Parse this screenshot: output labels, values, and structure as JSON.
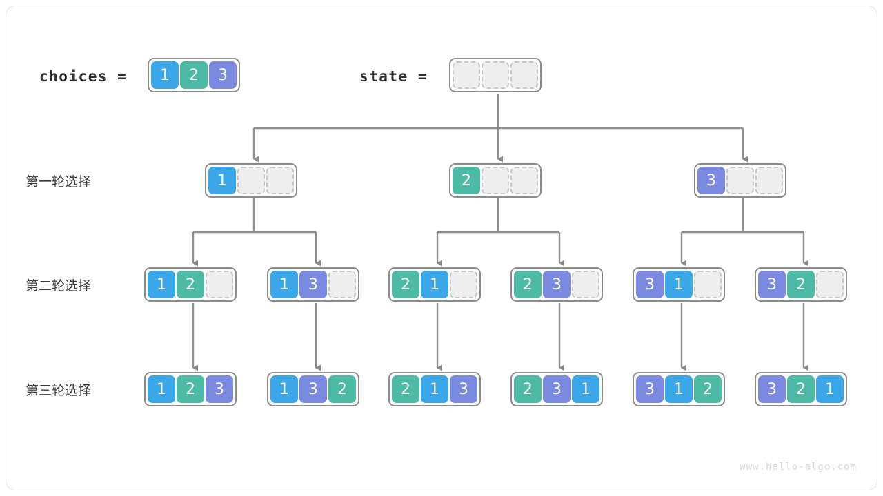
{
  "header": {
    "choices_label": "choices =",
    "choices_cells": [
      "1",
      "2",
      "3"
    ],
    "state_label": "state =",
    "state_cells": [
      "",
      "",
      ""
    ]
  },
  "rows": [
    {
      "label": "第一轮选择",
      "nodes": [
        {
          "cells": [
            "1",
            "",
            ""
          ]
        },
        {
          "cells": [
            "2",
            "",
            ""
          ]
        },
        {
          "cells": [
            "3",
            "",
            ""
          ]
        }
      ]
    },
    {
      "label": "第二轮选择",
      "nodes": [
        {
          "cells": [
            "1",
            "2",
            ""
          ]
        },
        {
          "cells": [
            "1",
            "3",
            ""
          ]
        },
        {
          "cells": [
            "2",
            "1",
            ""
          ]
        },
        {
          "cells": [
            "2",
            "3",
            ""
          ]
        },
        {
          "cells": [
            "3",
            "1",
            ""
          ]
        },
        {
          "cells": [
            "3",
            "2",
            ""
          ]
        }
      ]
    },
    {
      "label": "第三轮选择",
      "nodes": [
        {
          "cells": [
            "1",
            "2",
            "3"
          ]
        },
        {
          "cells": [
            "1",
            "3",
            "2"
          ]
        },
        {
          "cells": [
            "2",
            "1",
            "3"
          ]
        },
        {
          "cells": [
            "2",
            "3",
            "1"
          ]
        },
        {
          "cells": [
            "3",
            "1",
            "2"
          ]
        },
        {
          "cells": [
            "3",
            "2",
            "1"
          ]
        }
      ]
    }
  ],
  "colors": {
    "value_1": "#3ba7e8",
    "value_2": "#4cbaa4",
    "value_3": "#7a8ae0",
    "empty_cell": "#eeeeee",
    "empty_border": "#c6c6c6",
    "group_border": "#8c8c8c",
    "connector": "#8c8c8c",
    "frame": "#e3e3e3",
    "text": "#3b3b3b",
    "watermark": "#d8d8d8"
  },
  "watermark": "www.hello-algo.com"
}
